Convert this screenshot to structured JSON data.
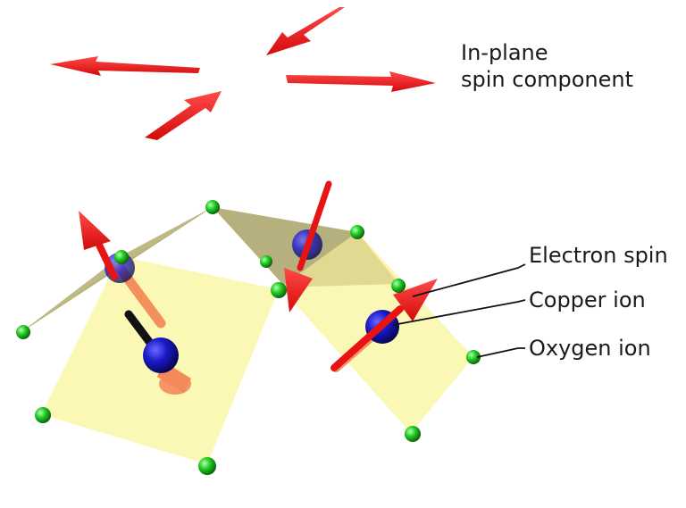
{
  "labels": {
    "in_plane_line1": "In-plane",
    "in_plane_line2": "spin component",
    "electron_spin": "Electron spin",
    "copper_ion": "Copper ion",
    "oxygen_ion": "Oxygen ion"
  },
  "colors": {
    "spin_arrow": "#f41a1a",
    "copper_ion": "#1a1acc",
    "oxygen_ion": "#22cc22",
    "plaquette": "#faf6a8",
    "plaquette_dark": "#a8a266",
    "rear_spin_arrow": "#111111",
    "projected_spin": "#f48a5a"
  },
  "icons": {
    "in_plane_arrows": "arrow-icon",
    "copper_ion": "sphere-icon",
    "oxygen_ion": "sphere-icon"
  }
}
